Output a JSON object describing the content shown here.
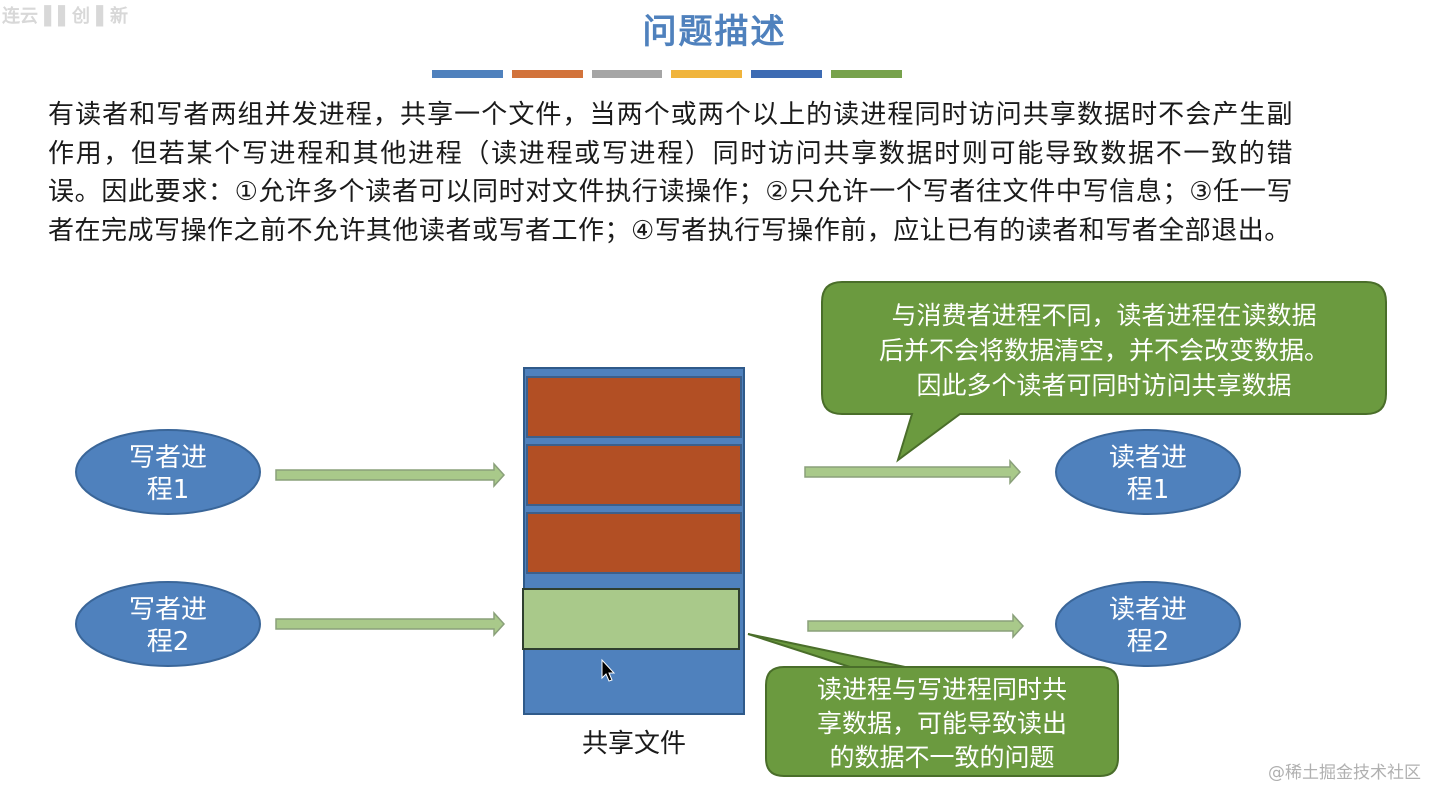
{
  "slide": {
    "title": "问题描述",
    "color_bar": [
      "#4f81bd",
      "#d2733b",
      "#a5a5a5",
      "#f0b43c",
      "#3d6bb3",
      "#77a24c"
    ],
    "description": "有读者和写者两组并发进程，共享一个文件，当两个或两个以上的读进程同时访问共享数据时不会产生副作用，但若某个写进程和其他进程（读进程或写进程）同时访问共享数据时则可能导致数据不一致的错误。因此要求：①允许多个读者可以同时对文件执行读操作；②只允许一个写者往文件中写信息；③任一写者在完成写操作之前不允许其他读者或写者工作；④写者执行写操作前，应让已有的读者和写者全部退出。"
  },
  "diagram": {
    "writer1": [
      "写者进",
      "程1"
    ],
    "writer2": [
      "写者进",
      "程2"
    ],
    "reader1": [
      "读者进",
      "程1"
    ],
    "reader2": [
      "读者进",
      "程2"
    ],
    "shared_file_label": "共享文件",
    "callout_top": [
      "与消费者进程不同，读者进程在读数据",
      "后并不会将数据清空，并不会改变数据。",
      "因此多个读者可同时访问共享数据"
    ],
    "callout_bottom": [
      "读进程与写进程同时共",
      "享数据，可能导致读出",
      "的数据不一致的问题"
    ],
    "colors": {
      "ellipse": "#4f81bd",
      "file_body": "#4f81bd",
      "block_filled": "#b24f24",
      "block_writing": "#a9c98a",
      "arrow": "#a9c98a",
      "callout": "#6b9a3f"
    }
  },
  "watermark": "@稀土掘金技术社区",
  "corner_logo": "连云 ▌▌创 ▌新"
}
